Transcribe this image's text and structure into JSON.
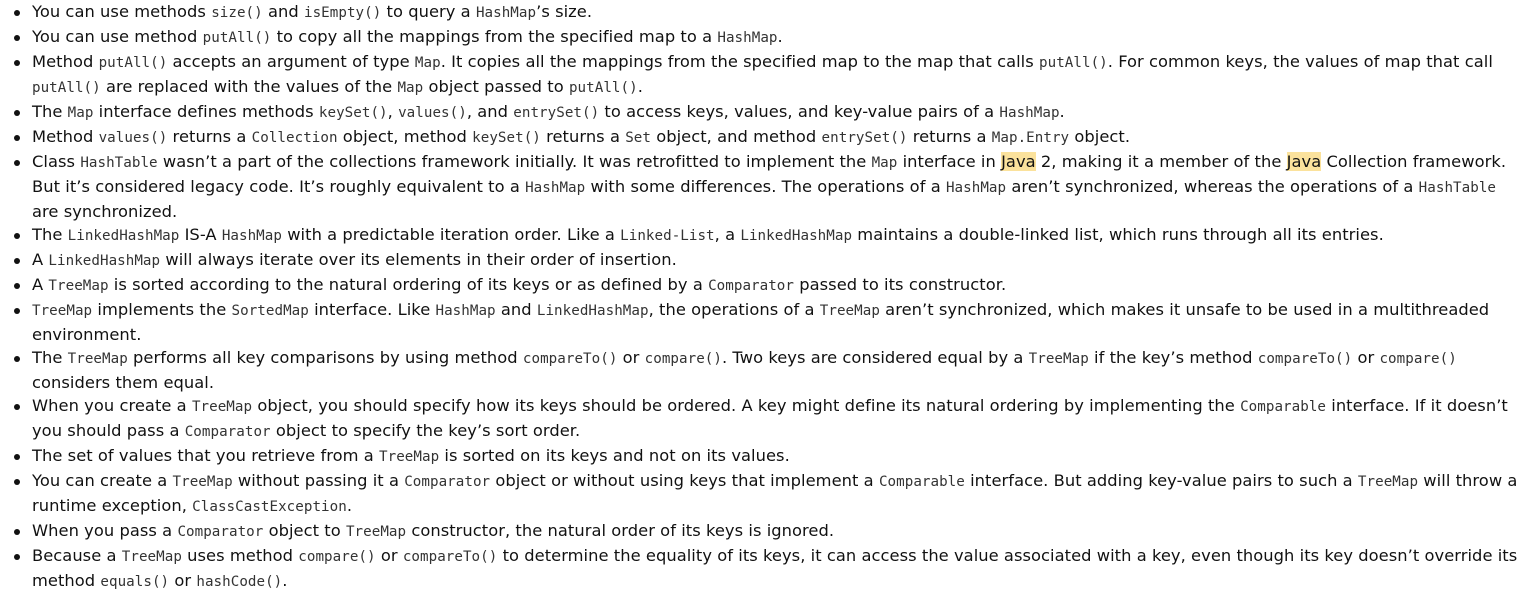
{
  "items": [
    [
      [
        "t",
        "You can use methods "
      ],
      [
        "c",
        "size()"
      ],
      [
        "t",
        " and "
      ],
      [
        "c",
        "isEmpty()"
      ],
      [
        "t",
        " to query a "
      ],
      [
        "c",
        "HashMap"
      ],
      [
        "t",
        "’s size."
      ]
    ],
    [
      [
        "t",
        "You can use method "
      ],
      [
        "c",
        "putAll()"
      ],
      [
        "t",
        " to copy all the mappings from the specified map to a "
      ],
      [
        "c",
        "HashMap"
      ],
      [
        "t",
        "."
      ]
    ],
    [
      [
        "t",
        "Method "
      ],
      [
        "c",
        "putAll()"
      ],
      [
        "t",
        " accepts an argument of type "
      ],
      [
        "c",
        "Map"
      ],
      [
        "t",
        ". It copies all the mappings from the specified map to the map that calls "
      ],
      [
        "c",
        "putAll()"
      ],
      [
        "t",
        ". For common keys, the values of map that call "
      ],
      [
        "c",
        "putAll()"
      ],
      [
        "t",
        " are replaced with the values of the "
      ],
      [
        "c",
        "Map"
      ],
      [
        "t",
        " object passed to "
      ],
      [
        "c",
        "putAll()"
      ],
      [
        "t",
        "."
      ]
    ],
    [
      [
        "t",
        "The "
      ],
      [
        "c",
        "Map"
      ],
      [
        "t",
        " interface defines methods "
      ],
      [
        "c",
        "keySet()"
      ],
      [
        "t",
        ", "
      ],
      [
        "c",
        "values()"
      ],
      [
        "t",
        ", and "
      ],
      [
        "c",
        "entrySet()"
      ],
      [
        "t",
        " to access keys, values, and key-value pairs of a "
      ],
      [
        "c",
        "HashMap"
      ],
      [
        "t",
        "."
      ]
    ],
    [
      [
        "t",
        "Method "
      ],
      [
        "c",
        "values()"
      ],
      [
        "t",
        " returns a "
      ],
      [
        "c",
        "Collection"
      ],
      [
        "t",
        " object, method "
      ],
      [
        "c",
        "keySet()"
      ],
      [
        "t",
        " returns a "
      ],
      [
        "c",
        "Set"
      ],
      [
        "t",
        " object, and method "
      ],
      [
        "c",
        "entrySet()"
      ],
      [
        "t",
        " returns a "
      ],
      [
        "c",
        "Map.Entry"
      ],
      [
        "t",
        " object."
      ]
    ],
    [
      [
        "t",
        "Class "
      ],
      [
        "c",
        "HashTable"
      ],
      [
        "t",
        " wasn’t a part of the collections framework initially. It was retrofitted to implement the "
      ],
      [
        "c",
        "Map"
      ],
      [
        "t",
        " interface in "
      ],
      [
        "h",
        "Java"
      ],
      [
        "t",
        " 2, making it a member of the "
      ],
      [
        "h",
        "Java"
      ],
      [
        "t",
        " Collection framework. But it’s considered legacy code. It’s roughly equivalent to a "
      ],
      [
        "c",
        "HashMap"
      ],
      [
        "t",
        " with some differences. The operations of a "
      ],
      [
        "c",
        "HashMap"
      ],
      [
        "t",
        " aren’t synchronized, whereas the operations of a "
      ],
      [
        "c",
        "HashTable"
      ],
      [
        "t",
        " are synchronized."
      ]
    ],
    [
      [
        "t",
        "The "
      ],
      [
        "c",
        "LinkedHashMap"
      ],
      [
        "t",
        " IS-A "
      ],
      [
        "c",
        "HashMap"
      ],
      [
        "t",
        " with a predictable iteration order. Like a "
      ],
      [
        "c",
        "Linked-List"
      ],
      [
        "t",
        ", a "
      ],
      [
        "c",
        "LinkedHashMap"
      ],
      [
        "t",
        " maintains a double-linked list, which runs through all its entries."
      ]
    ],
    [
      [
        "t",
        "A "
      ],
      [
        "c",
        "LinkedHashMap"
      ],
      [
        "t",
        " will always iterate over its elements in their order of insertion."
      ]
    ],
    [
      [
        "t",
        "A "
      ],
      [
        "c",
        "TreeMap"
      ],
      [
        "t",
        " is sorted according to the natural ordering of its keys or as defined by a "
      ],
      [
        "c",
        "Comparator"
      ],
      [
        "t",
        " passed to its constructor."
      ]
    ],
    [
      [
        "c",
        "TreeMap"
      ],
      [
        "t",
        " implements the "
      ],
      [
        "c",
        "SortedMap"
      ],
      [
        "t",
        " interface. Like "
      ],
      [
        "c",
        "HashMap"
      ],
      [
        "t",
        " and "
      ],
      [
        "c",
        "LinkedHashMap"
      ],
      [
        "t",
        ", the operations of a "
      ],
      [
        "c",
        "TreeMap"
      ],
      [
        "t",
        " aren’t synchronized, which makes it unsafe to be used in a multithreaded environment."
      ]
    ],
    [
      [
        "t",
        "The "
      ],
      [
        "c",
        "TreeMap"
      ],
      [
        "t",
        " performs all key comparisons by using method "
      ],
      [
        "c",
        "compareTo()"
      ],
      [
        "t",
        " or "
      ],
      [
        "c",
        "compare()"
      ],
      [
        "t",
        ". Two keys are considered equal by a "
      ],
      [
        "c",
        "TreeMap"
      ],
      [
        "t",
        " if the key’s method "
      ],
      [
        "c",
        "compareTo()"
      ],
      [
        "t",
        " or "
      ],
      [
        "c",
        "compare()"
      ],
      [
        "t",
        " considers them equal."
      ]
    ],
    [
      [
        "t",
        "When you create a "
      ],
      [
        "c",
        "TreeMap"
      ],
      [
        "t",
        " object, you should specify how its keys should be ordered. A key might define its natural ordering by implementing the "
      ],
      [
        "c",
        "Comparable"
      ],
      [
        "t",
        " interface. If it doesn’t you should pass a "
      ],
      [
        "c",
        "Comparator"
      ],
      [
        "t",
        " object to specify the key’s sort order."
      ]
    ],
    [
      [
        "t",
        "The set of values that you retrieve from a "
      ],
      [
        "c",
        "TreeMap"
      ],
      [
        "t",
        " is sorted on its keys and not on its values."
      ]
    ],
    [
      [
        "t",
        "You can create a "
      ],
      [
        "c",
        "TreeMap"
      ],
      [
        "t",
        " without passing it a "
      ],
      [
        "c",
        "Comparator"
      ],
      [
        "t",
        " object or without using keys that implement a "
      ],
      [
        "c",
        "Comparable"
      ],
      [
        "t",
        " interface. But adding key-value pairs to such a "
      ],
      [
        "c",
        "TreeMap"
      ],
      [
        "t",
        " will throw a runtime exception, "
      ],
      [
        "c",
        "ClassCastException"
      ],
      [
        "t",
        "."
      ]
    ],
    [
      [
        "t",
        "When you pass a "
      ],
      [
        "c",
        "Comparator"
      ],
      [
        "t",
        " object to "
      ],
      [
        "c",
        "TreeMap"
      ],
      [
        "t",
        " constructor, the natural order of its keys is ignored."
      ]
    ],
    [
      [
        "t",
        "Because a "
      ],
      [
        "c",
        "TreeMap"
      ],
      [
        "t",
        " uses method "
      ],
      [
        "c",
        "compare()"
      ],
      [
        "t",
        " or "
      ],
      [
        "c",
        "compareTo()"
      ],
      [
        "t",
        " to determine the equality of its keys, it can access the value associated with a key, even though its key doesn’t override its method "
      ],
      [
        "c",
        "equals()"
      ],
      [
        "t",
        " or "
      ],
      [
        "c",
        "hashCode()"
      ],
      [
        "t",
        "."
      ]
    ]
  ]
}
